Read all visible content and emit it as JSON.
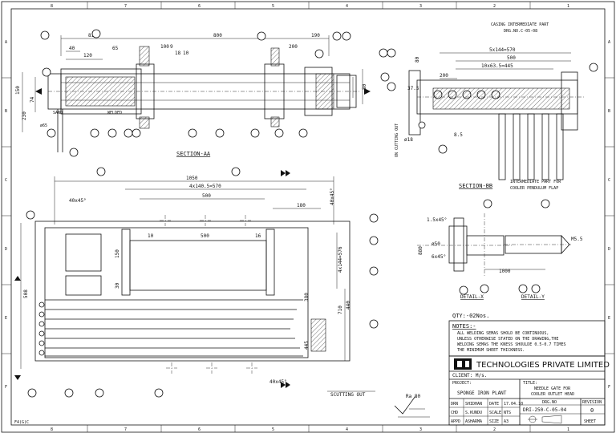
{
  "border": {
    "top_cols": [
      "8",
      "7",
      "6",
      "5",
      "4",
      "3",
      "2",
      "1"
    ],
    "bottom_cols": [
      "8",
      "7",
      "6",
      "5",
      "4",
      "3",
      "2",
      "1"
    ],
    "left_rows": [
      "A",
      "B",
      "C",
      "D",
      "E",
      "F"
    ],
    "right_rows": [
      "A",
      "B",
      "C",
      "D",
      "E",
      "F"
    ]
  },
  "section_aa": {
    "label": "SECTION-AA",
    "dims": {
      "d810": "810",
      "d800": "800",
      "d190": "190",
      "d120": "120",
      "d40": "40",
      "d65": "65",
      "d100": "100",
      "d200": "200",
      "d18": "18",
      "d9": "9",
      "d150": "150",
      "d74": "74",
      "d230": "230",
      "d80": "80",
      "d10": "10"
    },
    "notes": {
      "sand": "SAND",
      "welded": "WELDED",
      "phi": "ø65"
    }
  },
  "casing": {
    "title_line1": "CASING INTERMEDIATE PART",
    "title_line2": "DRG.NO.C-05-08",
    "dims": {
      "d1": "5x144=570",
      "d2": "500",
      "d3": "10x63.5=445",
      "d4": "200",
      "d5": "37.5",
      "d6": "80",
      "d7": "8.5",
      "d8": "ø18"
    },
    "cutting_out": "ON CUTTING OUT",
    "section_bb": "SECTION-BB",
    "note_line1": "INTERMEDIATE PART FOR",
    "note_line2": "COOLER PENDULUM FLAP"
  },
  "plan": {
    "dims": {
      "d1050": "1050",
      "d4x": "4x140.5=570",
      "d500": "500",
      "d180": "180",
      "d40x45": "40x45°",
      "d4x144": "4x144=576",
      "d16": "16",
      "d10": "10",
      "d150": "150",
      "d30": "30",
      "d508": "508",
      "d440": "440",
      "d710": "710",
      "d380": "380",
      "d445": "445"
    },
    "chamfer_bottom": "40x45°",
    "scutting": "SCUTTING OUT"
  },
  "detail_x": {
    "label": "DETAIL-X",
    "dims": {
      "a": "1.5x45°",
      "b": "6x45°",
      "c": "ø50",
      "d": "880"
    }
  },
  "detail_y": {
    "label": "DETAIL-Y",
    "dims": {
      "a": "1000",
      "b": "M5.5"
    }
  },
  "qty": "QTY:-02Nos.",
  "notes_title": "NOTES:-",
  "notes": [
    "ALL WELDING SEMAS SHOLD BE CONTINUOUS,",
    "UNLESS OTHERWISE STATED ON THE DRAWING,THE",
    "WELDING SEMAS THE KNESS SHOULDE 0.5-0.7 TIMES",
    "THE MINIMUM SHEET THICKNESS."
  ],
  "company": "TECHNOLOGIES PRIVATE LIMITED",
  "client": "CLIENT: M/s.",
  "project_label": "PROJECT:",
  "project": "SPONGE IRON PLANT",
  "title_label": "TITLE:",
  "title_line1": "NEEDLE GATE FOR",
  "title_line2": "COOLER OUTLET HEAD",
  "block": {
    "rows": [
      [
        "DRN",
        "SHIDHAN",
        "DATE",
        "17.04.10"
      ],
      [
        "CHD",
        "S.KUNDU",
        "SCALE",
        "NTS"
      ],
      [
        "APPD",
        "ASHARMA",
        "SIZE",
        "A3"
      ]
    ],
    "drg_label": "DRG.NO",
    "drg_no": "DRI-250-C-05-04",
    "rev_label": "REVISION",
    "rev": "0",
    "sheet": "SHEET"
  },
  "roughness": "Ra 80",
  "corner_note": "F4(G)C"
}
